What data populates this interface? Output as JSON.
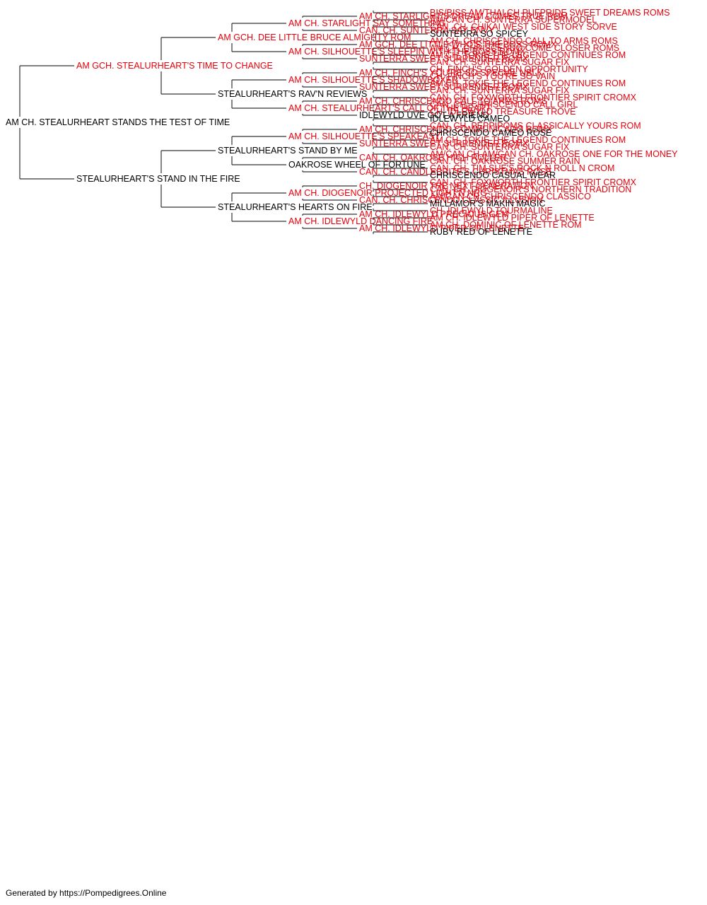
{
  "colors": {
    "champion": "#e8000b",
    "non_champion": "#000000",
    "line": "#333333"
  },
  "pedigree": {
    "name": "AM CH. STEALURHEART STANDS THE TEST OF TIME",
    "champion": false,
    "sire": {
      "name": "AM GCH. STEALURHEART'S TIME TO CHANGE",
      "champion": true,
      "sire": {
        "name": "AM GCH. DEE LITTLE BRUCE ALMIGHTY ROM",
        "champion": true,
        "sire": {
          "name": "AM CH. STARLIGHT SAY SOMETHING",
          "champion": true,
          "sire": {
            "name": "AM CH. STARLIGHT'S DREAM COMES TRUE ROM",
            "champion": true,
            "sire": {
              "name": "BIS/BISS AM/THAI CH PUFPRIDE SWEET DREAMS ROMS",
              "champion": true
            },
            "dam": {
              "name": "AM/CAN CH. SUNTERRA SUPERMODEL",
              "champion": true
            }
          },
          "dam": {
            "name": "CAN. CH. SUNTERRA SAY ENVY",
            "champion": true,
            "sire": {
              "name": "CAN. CH. CHIKAI WEST SIDE STORY SORVE",
              "champion": true
            },
            "dam": {
              "name": "SUNTERRA SO SPICEY",
              "champion": false
            }
          }
        },
        "dam": {
          "name": "AM CH. SILHOUETTE'S SLEEPIN WITH THE BOSS ROMX",
          "champion": true,
          "sire": {
            "name": "AM GCH. DEE LITTLE WHO'S THE BOSS ROMX",
            "champion": true,
            "sire": {
              "name": "AM CH. CHRISCENDO CALL TO ARMS ROMS",
              "champion": true
            },
            "dam": {
              "name": "AM CH. CHRISCENDO COME CLOSER ROMS",
              "champion": true
            }
          },
          "dam": {
            "name": "SUNTERRA SWEET SURRENDER ROMX",
            "champion": true,
            "sire": {
              "name": "AM CH. TOKIE THE LEGEND CONTINUES ROM",
              "champion": true
            },
            "dam": {
              "name": "CAN. CH. SUNTERRA SUGAR FIX",
              "champion": true
            }
          }
        }
      },
      "dam": {
        "name": "STEALURHEART'S RAV'N REVIEWS",
        "champion": false,
        "sire": {
          "name": "AM CH. SILHOUETTE'S SHADOWBOXER",
          "champion": true,
          "sire": {
            "name": "AM CH. FINCH'S YOU'RE SO SPECIAL NBLK",
            "champion": true,
            "sire": {
              "name": "CH. FINCH'S GOLDEN OPPORTUNITY",
              "champion": true
            },
            "dam": {
              "name": "CH. FINCH'S YOU'RE SO VAIN",
              "champion": true
            }
          },
          "dam": {
            "name": "SUNTERRA SWEET SURRENDER ROMX",
            "champion": true,
            "sire": {
              "name": "AM CH. TOKIE THE LEGEND CONTINUES ROM",
              "champion": true
            },
            "dam": {
              "name": "CAN. CH. SUNTERRA SUGAR FIX",
              "champion": true
            }
          }
        },
        "dam": {
          "name": "AM CH. STEALURHEART'S CALL OF THE HEART",
          "champion": true,
          "sire": {
            "name": "AM CH. CHRISCENDO CALL TO ARMS ROMS",
            "champion": true,
            "sire": {
              "name": "CAN. CH. FOXWORTH FRONTIER SPIRIT CROMX",
              "champion": true
            },
            "dam": {
              "name": "CAN. CH. CHRISCENDO CALL GIRL",
              "champion": true
            }
          },
          "dam": {
            "name": "IDLEWYLD UVE GOT A FRIEND",
            "champion": false,
            "sire": {
              "name": "CH. IDLEWYLD TREASURE TROVE",
              "champion": true
            },
            "dam": {
              "name": "IDLEWYLD CAMEO",
              "champion": false
            }
          }
        }
      }
    },
    "dam": {
      "name": "STEALURHEART'S STAND IN THE FIRE",
      "champion": false,
      "sire": {
        "name": "STEALURHEART'S STAND BY ME",
        "champion": false,
        "sire": {
          "name": "AM CH. SILHOUETTE'S SPEAKEASY",
          "champion": true,
          "sire": {
            "name": "AM CH. CHRISCENDO COMMUNICADO ROMX",
            "champion": true,
            "sire": {
              "name": "CAN. CH. PEPPIPOMS CLASSICALLY YOURS ROM",
              "champion": true
            },
            "dam": {
              "name": "CHRISCENDO CAMEO ROSE",
              "champion": false
            }
          },
          "dam": {
            "name": "SUNTERRA SWEET SURRENDER ROMX",
            "champion": true,
            "sire": {
              "name": "AM CH. TOKIE THE LEGEND CONTINUES ROM",
              "champion": true
            },
            "dam": {
              "name": "CAN. CH. SUNTERRA SUGAR FIX",
              "champion": true
            }
          }
        },
        "dam": {
          "name": "OAKROSE WHEEL OF FORTUNE",
          "champion": false,
          "sire": {
            "name": "CAN. CH. OAKROSE HIGH ROLLER",
            "champion": true,
            "sire": {
              "name": "AM/CAN CH.AM/CAN CH. OAKROSE ONE FOR THE MONEY",
              "champion": true
            },
            "dam": {
              "name": "CAN. CH. OAKROSE SUMMER RAIN",
              "champion": true
            }
          },
          "dam": {
            "name": "CAN. CH. CANDLEBRITE'S CHRISTMAS ROSE",
            "champion": true,
            "sire": {
              "name": "CAN. CH. TIM SUE'S ROCK N ROLL N CROM",
              "champion": true
            },
            "dam": {
              "name": "CHRISCENDO CASUAL WEAR",
              "champion": false
            }
          }
        }
      },
      "dam": {
        "name": "STEALURHEART'S HEARTS ON FIRE",
        "champion": false,
        "sire": {
          "name": "AM CH. DIOGENOIR PROJECTED LIGHT'N NRG",
          "champion": true,
          "sire": {
            "name": "CH. DIOGENOIR THE NEXT GENERATION",
            "champion": true,
            "sire": {
              "name": "CAN. CH. FOXWORTH FRONTIER SPIRIT CROMX",
              "champion": true
            },
            "dam": {
              "name": "CAN. CH. DIOGENOIR'S NORTHERN TRADITION",
              "champion": true
            }
          },
          "dam": {
            "name": "CAN. CH. CHRISCENDO CLASSIC ILLUSION",
            "champion": true,
            "sire": {
              "name": "AM/CAN CH. CHRISCENDO CLASSICO",
              "champion": true
            },
            "dam": {
              "name": "MILLAMOR'S MAKIN MAGIC",
              "champion": false
            }
          }
        },
        "dam": {
          "name": "AM CH. IDLEWYLD DANCING FIRE",
          "champion": true,
          "sire": {
            "name": "AM CH. IDLEWYLD PRECIOUS GEM",
            "champion": true,
            "sire": {
              "name": "CH. IDLEWYLD TOURMALINE",
              "champion": true
            },
            "dam": {
              "name": "AM CH. IDLEWYLD PIPER OF LENETTE",
              "champion": true
            }
          },
          "dam": {
            "name": "AM CH. IDLEWYLD PIPER OF LENETTE",
            "champion": true,
            "sire": {
              "name": "AM CH. DOMINIC OF LENETTE ROM",
              "champion": true
            },
            "dam": {
              "name": "RUBY RED OF LENETTE",
              "champion": false
            }
          }
        }
      }
    }
  },
  "footer": {
    "text": "Generated by https://Pompedigrees.Online"
  }
}
